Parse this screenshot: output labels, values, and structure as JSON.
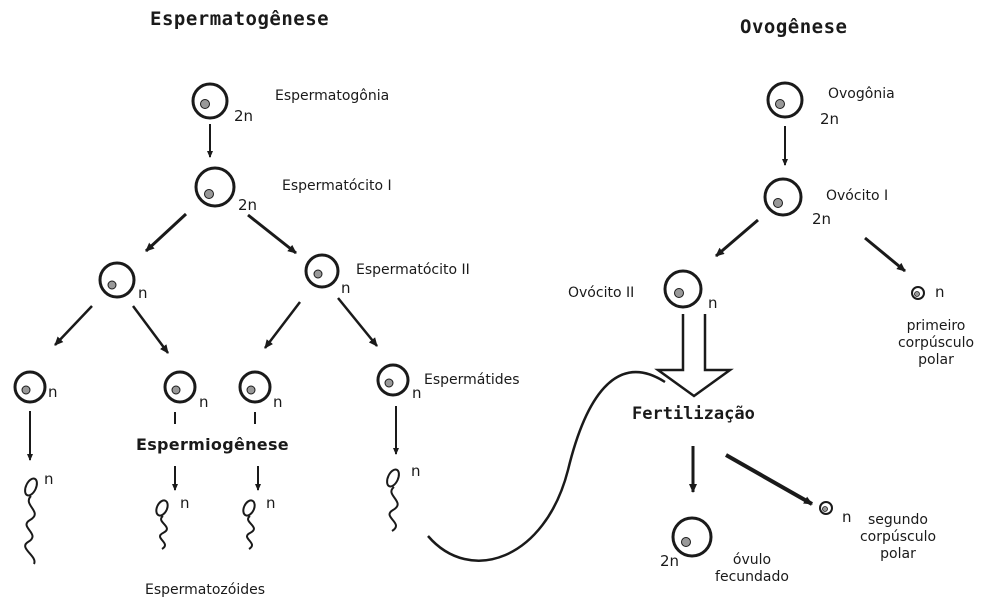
{
  "spermatogenesis": {
    "title": "Espermatogênese",
    "spermatogonium": "Espermatogônia",
    "primary_spermatocyte": "Espermatócito I",
    "secondary_spermatocyte": "Espermatócito II",
    "spermatids": "Espermátides",
    "spermiogenesis": "Espermiogênese",
    "spermatozoa": "Espermatozóides"
  },
  "oogenesis": {
    "title": "Ovogênese",
    "oogonium": "Ovogônia",
    "primary_oocyte": "Ovócito I",
    "secondary_oocyte": "Ovócito II",
    "first_polar_body": [
      "primeiro",
      "corpúsculo",
      "polar"
    ],
    "second_polar_body": [
      "segundo",
      "corpúsculo",
      "polar"
    ],
    "fertilization": "Fertilização",
    "fertilized_ovum": [
      "óvulo",
      "fecundado"
    ]
  },
  "ploidy": {
    "diploid": "2n",
    "haploid": "n"
  }
}
